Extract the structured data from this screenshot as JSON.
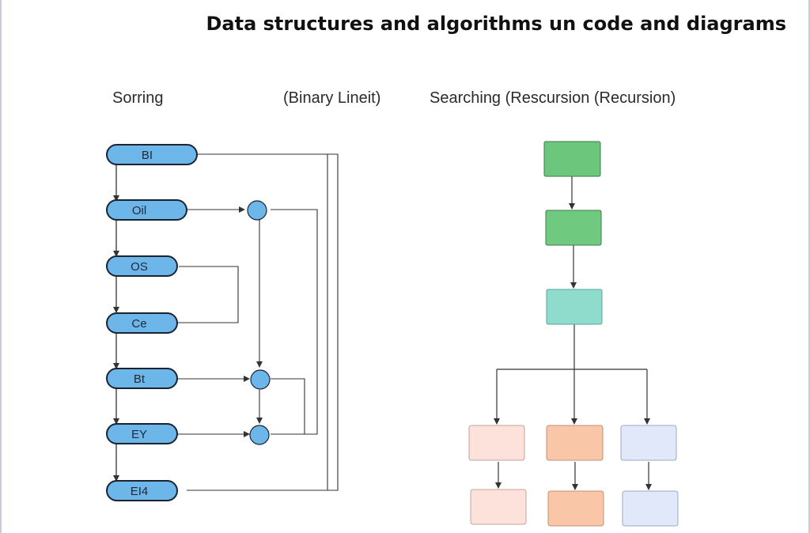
{
  "title": "Data structures and algorithms un code and diagrams",
  "labels": {
    "sorting": "Sorring",
    "binary": "(Binary Lineit)",
    "searching": "Searching (Rescursion (Recursion)"
  },
  "list_nodes": [
    "BI",
    "Oil",
    "OS",
    "Ce",
    "Bt",
    "EY",
    "EI4"
  ],
  "colors": {
    "pill_fill": "#6cb6ea",
    "pill_stroke": "#1a2330",
    "circle_fill": "#6cb6ea",
    "green_dark": "#6cc77d",
    "green_mid": "#6fc97e",
    "teal": "#8fdccd",
    "peach_light": "#fde2dc",
    "peach": "#f9c6a8",
    "lavender": "#e1e8fa"
  }
}
